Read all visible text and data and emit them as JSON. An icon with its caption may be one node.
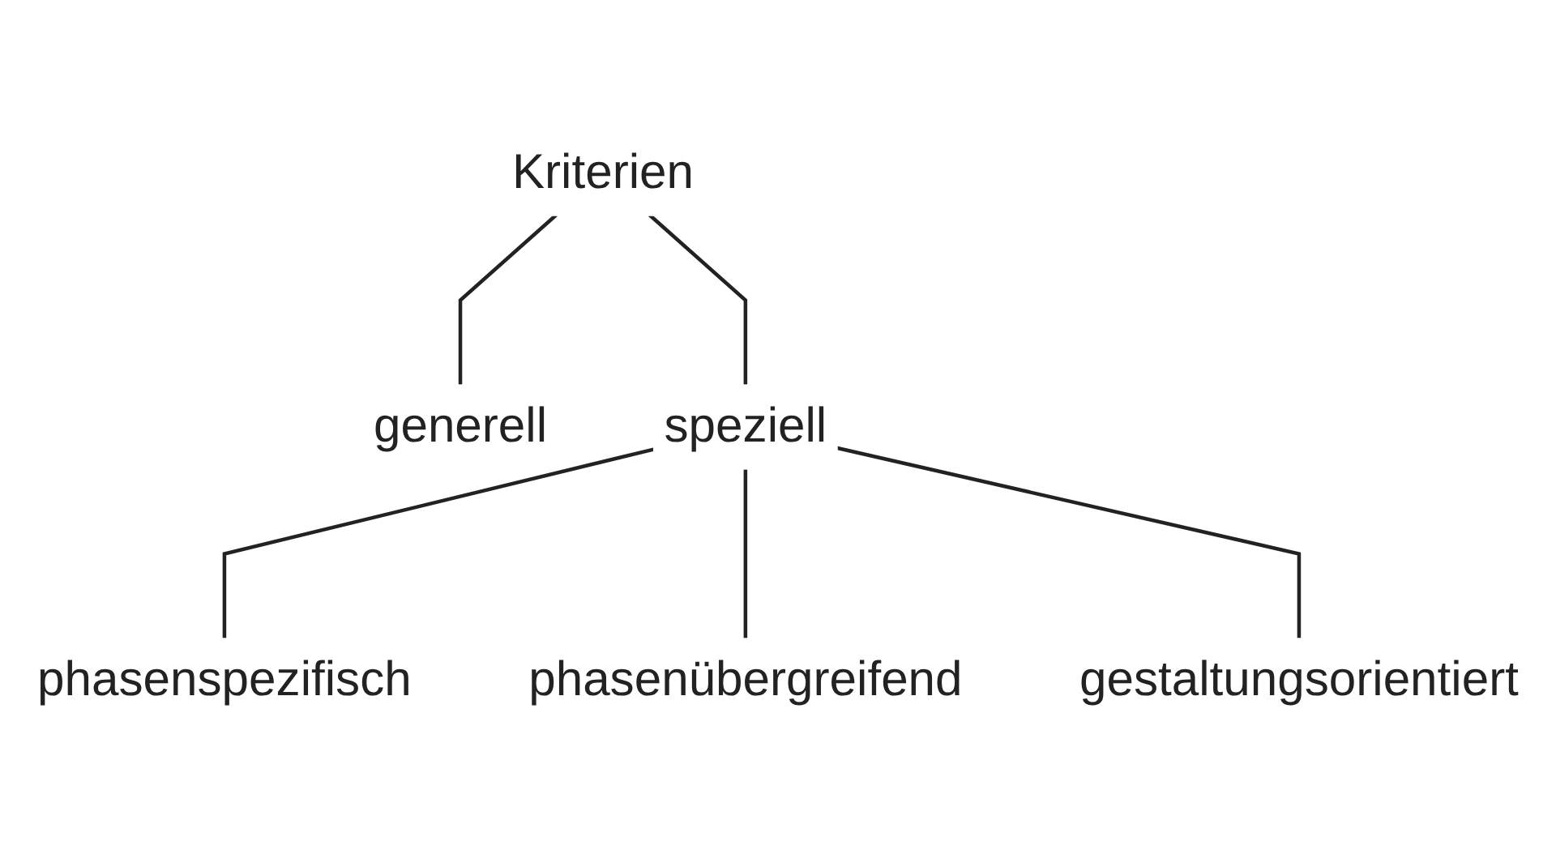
{
  "diagram": {
    "nodes": [
      {
        "text": [
          "Kriterien"
        ]
      },
      {
        "text": [
          "generell"
        ]
      },
      {
        "text": [
          "speziell"
        ]
      },
      {
        "text": [
          "phasenspezifisch"
        ]
      },
      {
        "text": [
          "phasenübergreifend"
        ]
      },
      {
        "text": [
          "gestaltungsorientiert"
        ]
      }
    ],
    "edges": [
      {
        "from": 0,
        "to": 1,
        "arrow": "none"
      },
      {
        "from": 0,
        "to": 2,
        "arrow": "none"
      },
      {
        "from": 2,
        "to": 3,
        "arrow": "none"
      },
      {
        "from": 2,
        "to": 4,
        "arrow": "none"
      },
      {
        "from": 2,
        "to": 5,
        "arrow": "none"
      }
    ]
  }
}
